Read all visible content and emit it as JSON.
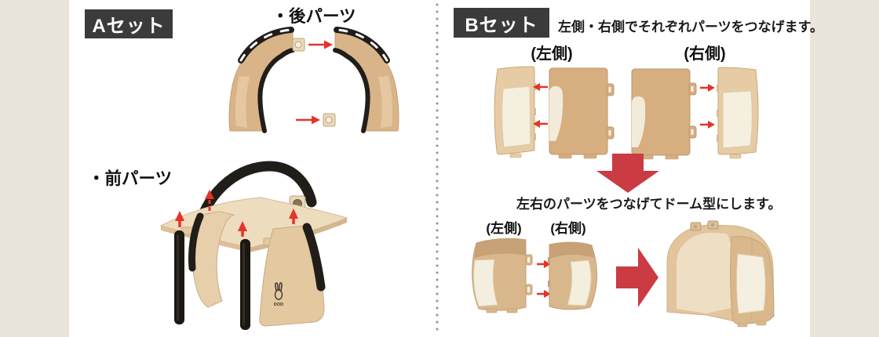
{
  "set_a": {
    "label": "Aセット",
    "rear_heading": "・後パーツ",
    "front_heading": "・前パーツ",
    "brand_logo": "DOD"
  },
  "set_b": {
    "label": "Bセット",
    "instruction_top": "左側・右側でそれぞれパーツをつなげます。",
    "instruction_mid": "左右のパーツをつなげてドーム型にします。",
    "labels": {
      "top_left": "(左側)",
      "top_right": "(右側)",
      "bottom_left": "(左側)",
      "bottom_right": "(右側)"
    }
  },
  "colors": {
    "page_margin": "#e9e5da",
    "content_background": "#ffffff",
    "label_box": "#3b3b3b",
    "label_text": "#ffffff",
    "body_text": "#1a1a1a",
    "tan_dark": "#d6ae80",
    "tan_mid": "#d9b78c",
    "tan_light": "#e6cba4",
    "cream_panel": "#f4efdf",
    "trim_black": "#211d19",
    "arrow_red": "#e5332a",
    "block_arrow_red": "#cb3b44",
    "divider_dot": "#9a9a9a"
  }
}
